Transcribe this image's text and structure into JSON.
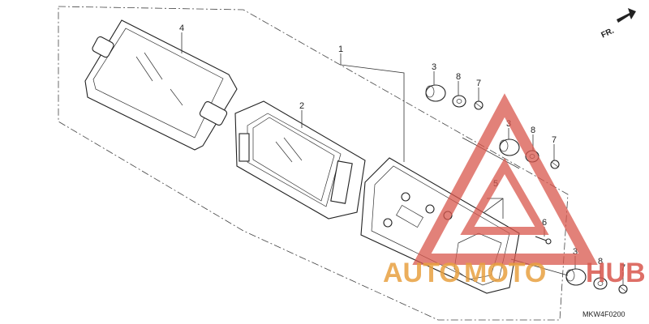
{
  "diagram": {
    "direction_label": "FR.",
    "drawing_code": "MKW4F0200",
    "callouts": [
      "1",
      "2",
      "3",
      "3",
      "3",
      "4",
      "5",
      "6",
      "7",
      "7",
      "7",
      "8",
      "8",
      "8"
    ]
  },
  "watermark": {
    "text_left": "AUTO",
    "text_mid": "MOTO",
    "text_right": "HUB",
    "color_primary": "#e8a040",
    "color_secondary": "#d9574d"
  },
  "colors": {
    "line": "#222222",
    "background": "#ffffff"
  }
}
